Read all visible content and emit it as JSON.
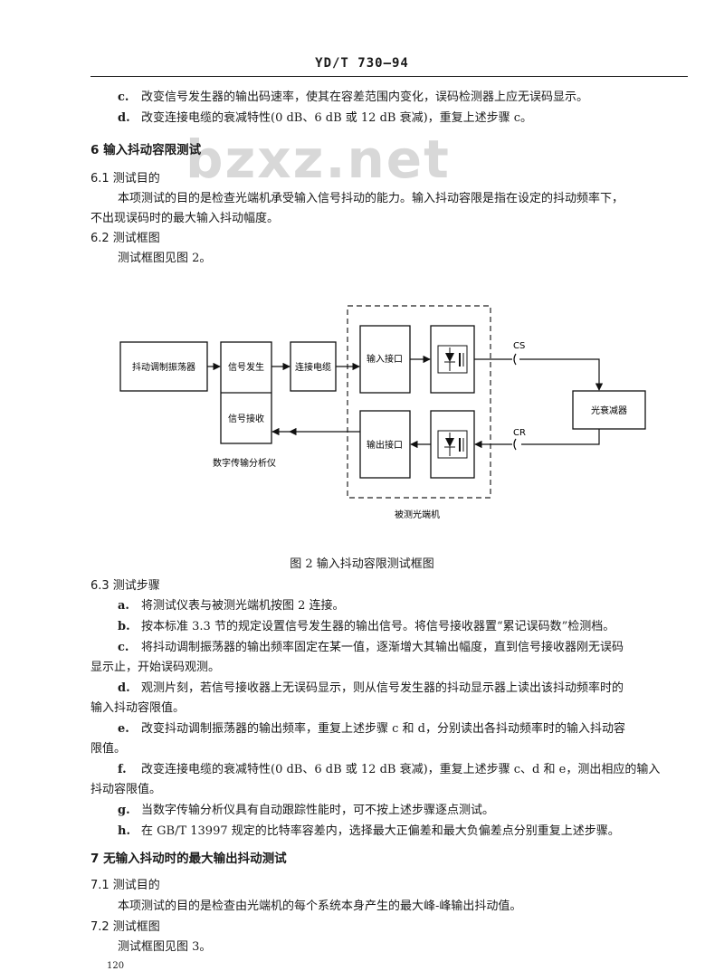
{
  "header": {
    "code": "YD/T 730—94"
  },
  "watermark": "bzxz.net",
  "top_items": [
    {
      "marker": "c.",
      "text": "改变信号发生器的输出码速率，使其在容差范围内变化，误码检测器上应无误码显示。"
    },
    {
      "marker": "d.",
      "text": "改变连接电缆的衰减特性(0 dB、6 dB 或 12 dB 衰减)，重复上述步骤 c。"
    }
  ],
  "section6": {
    "heading": "6  输入抖动容限测试",
    "s61": {
      "heading": "6.1  测试目的",
      "para_line1": "本项测试的目的是检查光端机承受输入信号抖动的能力。输入抖动容限是指在设定的抖动频率下，",
      "para_line2": "不出现误码时的最大输入抖动幅度。"
    },
    "s62": {
      "heading": "6.2  测试框图",
      "para": "测试框图见图 2。"
    },
    "figure": {
      "labels": {
        "jitter_osc": "抖动调制振荡器",
        "signal_gen": "信号发生",
        "signal_rx": "信号接收",
        "cable": "连接电缆",
        "input_if": "输入接口",
        "output_if": "输出接口",
        "cs": "CS",
        "cr": "CR",
        "attenuator": "光衰减器",
        "analyzer": "数字传输分析仪",
        "dut": "被测光端机"
      },
      "caption": "图 2   输入抖动容限测试框图"
    },
    "s63": {
      "heading": "6.3  测试步骤",
      "steps": [
        {
          "marker": "a.",
          "line1": "将测试仪表与被测光端机按图 2 连接。"
        },
        {
          "marker": "b.",
          "line1": "按本标准 3.3 节的规定设置信号发生器的输出信号。将信号接收器置“累记误码数”检测档。"
        },
        {
          "marker": "c.",
          "line1": "将抖动调制振荡器的输出频率固定在某一值，逐渐增大其输出幅度，直到信号接收器刚无误码",
          "line2": "显示止，开始误码观测。"
        },
        {
          "marker": "d.",
          "line1": "观测片刻，若信号接收器上无误码显示，则从信号发生器的抖动显示器上读出该抖动频率时的",
          "line2": "输入抖动容限值。"
        },
        {
          "marker": "e.",
          "line1": "改变抖动调制振荡器的输出频率，重复上述步骤 c 和 d，分别读出各抖动频率时的输入抖动容",
          "line2": "限值。"
        },
        {
          "marker": "f.",
          "line1": "改变连接电缆的衰减特性(0 dB、6 dB 或 12 dB 衰减)，重复上述步骤 c、d 和 e，测出相应的输入",
          "line2": "抖动容限值。"
        },
        {
          "marker": "g.",
          "line1": "当数字传输分析仪具有自动跟踪性能时，可不按上述步骤逐点测试。"
        },
        {
          "marker": "h.",
          "line1": "在 GB/T 13997 规定的比特率容差内，选择最大正偏差和最大负偏差点分别重复上述步骤。"
        }
      ]
    }
  },
  "section7": {
    "heading": "7  无输入抖动时的最大输出抖动测试",
    "s71": {
      "heading": "7.1  测试目的",
      "para": "本项测试的目的是检查由光端机的每个系统本身产生的最大峰-峰输出抖动值。"
    },
    "s72": {
      "heading": "7.2  测试框图",
      "para": "测试框图见图 3。"
    }
  },
  "footer": {
    "page_number": "120"
  }
}
